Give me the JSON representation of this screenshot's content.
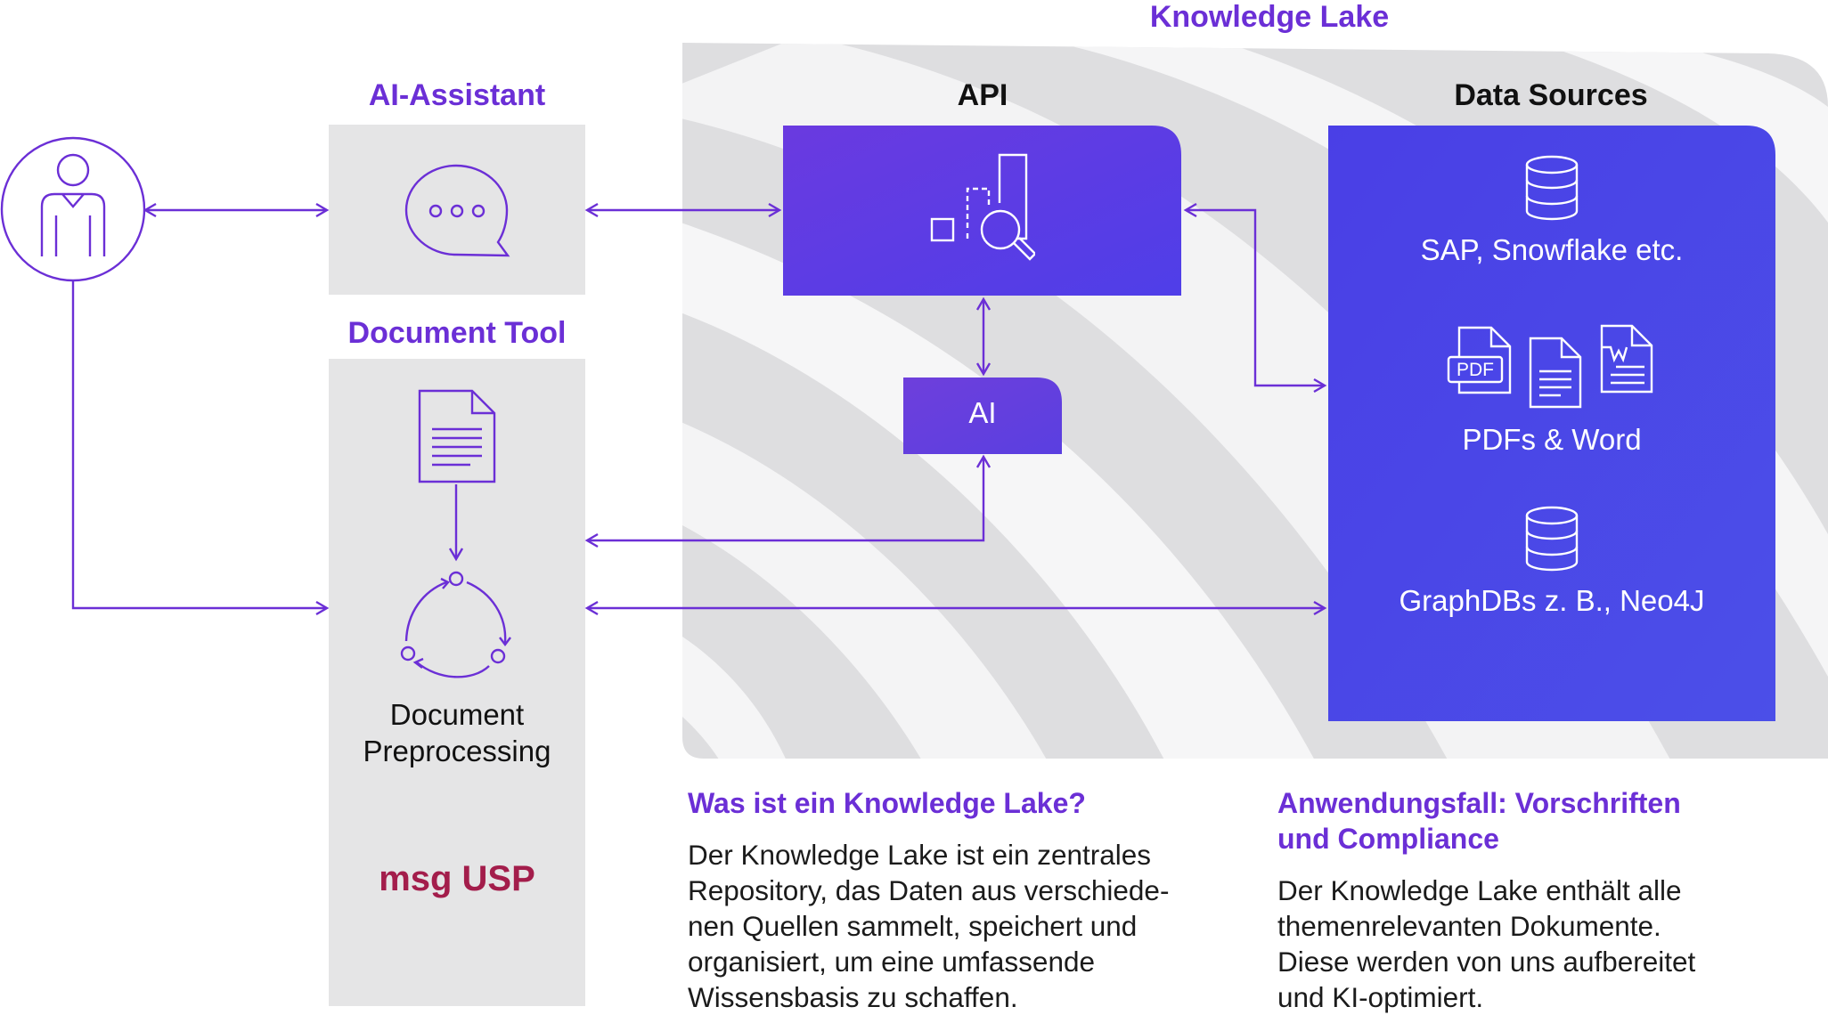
{
  "colors": {
    "purple": "#6b2fd6",
    "api_fill": "#5a3be6",
    "ai_fill": "#6240dc",
    "data_sources_fill": "#4a45e8",
    "usp_red": "#a31d4b",
    "gray_panel": "#e5e5e6",
    "lake_bg": "#ececed"
  },
  "knowledge_lake": {
    "title": "Knowledge Lake"
  },
  "ai_assistant": {
    "title": "AI-Assistant",
    "icon": "chat-bubble-icon"
  },
  "document_tool": {
    "title": "Document Tool",
    "doc_icon": "document-icon",
    "cycle_icon": "cycle-icon",
    "preprocessing_line1": "Document",
    "preprocessing_line2": "Preprocessing",
    "usp": "msg USP"
  },
  "api": {
    "title": "API",
    "icon": "chart-search-icon"
  },
  "ai": {
    "label": "AI"
  },
  "data_sources": {
    "title": "Data Sources",
    "items": [
      {
        "label": "SAP, Snowflake etc.",
        "icon": "database-icon"
      },
      {
        "label": "PDFs & Word",
        "icon": "pdf-word-icon",
        "badge": "PDF"
      },
      {
        "label": "GraphDBs z. B., Neo4J",
        "icon": "database-icon"
      }
    ]
  },
  "user": {
    "icon": "user-icon"
  },
  "info_left": {
    "heading": "Was ist ein Knowledge Lake?",
    "lines": [
      "Der Knowledge Lake ist ein zentrales",
      "Repository, das Daten aus verschiede-",
      "nen Quellen sammelt, speichert und",
      "organisiert, um eine umfassende",
      "Wissensbasis zu schaffen."
    ]
  },
  "info_right": {
    "heading_lines": [
      "Anwendungsfall: Vorschriften",
      "und Compliance"
    ],
    "lines": [
      "Der Knowledge Lake enthält alle",
      "themenrelevanten Dokumente.",
      "Diese werden von uns aufbereitet",
      "und KI-optimiert."
    ]
  }
}
